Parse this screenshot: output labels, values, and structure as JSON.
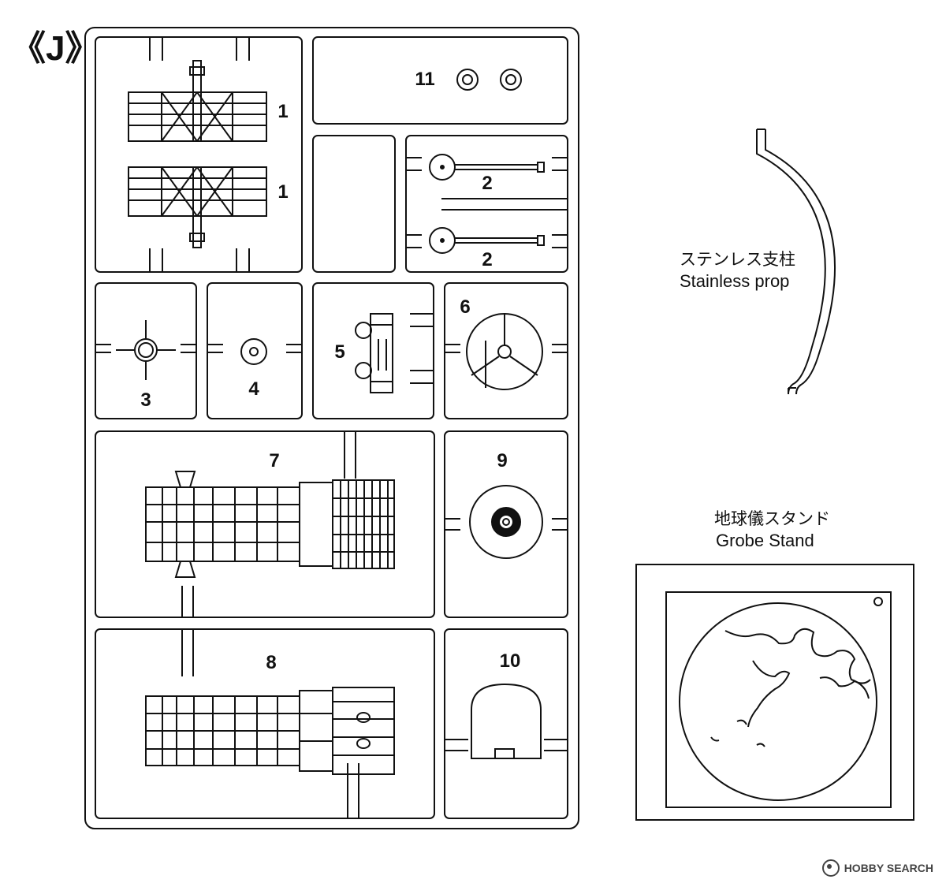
{
  "runner": {
    "label": "《J》"
  },
  "parts": [
    {
      "id": "p1a",
      "number": "1"
    },
    {
      "id": "p1b",
      "number": "1"
    },
    {
      "id": "p2a",
      "number": "2"
    },
    {
      "id": "p2b",
      "number": "2"
    },
    {
      "id": "p3",
      "number": "3"
    },
    {
      "id": "p4",
      "number": "4"
    },
    {
      "id": "p5",
      "number": "5"
    },
    {
      "id": "p6",
      "number": "6"
    },
    {
      "id": "p7",
      "number": "7"
    },
    {
      "id": "p8",
      "number": "8"
    },
    {
      "id": "p9",
      "number": "9"
    },
    {
      "id": "p10",
      "number": "10"
    },
    {
      "id": "p11",
      "number": "11"
    }
  ],
  "stainless_prop": {
    "label_jp": "ステンレス支柱",
    "label_en": "Stainless prop"
  },
  "globe_stand": {
    "label_jp": "地球儀スタンド",
    "label_en": "Grobe Stand"
  },
  "watermark": {
    "text": "HOBBY SEARCH",
    "icon": "hobby-search-logo-icon"
  },
  "colors": {
    "line": "#111111",
    "background": "#ffffff"
  }
}
